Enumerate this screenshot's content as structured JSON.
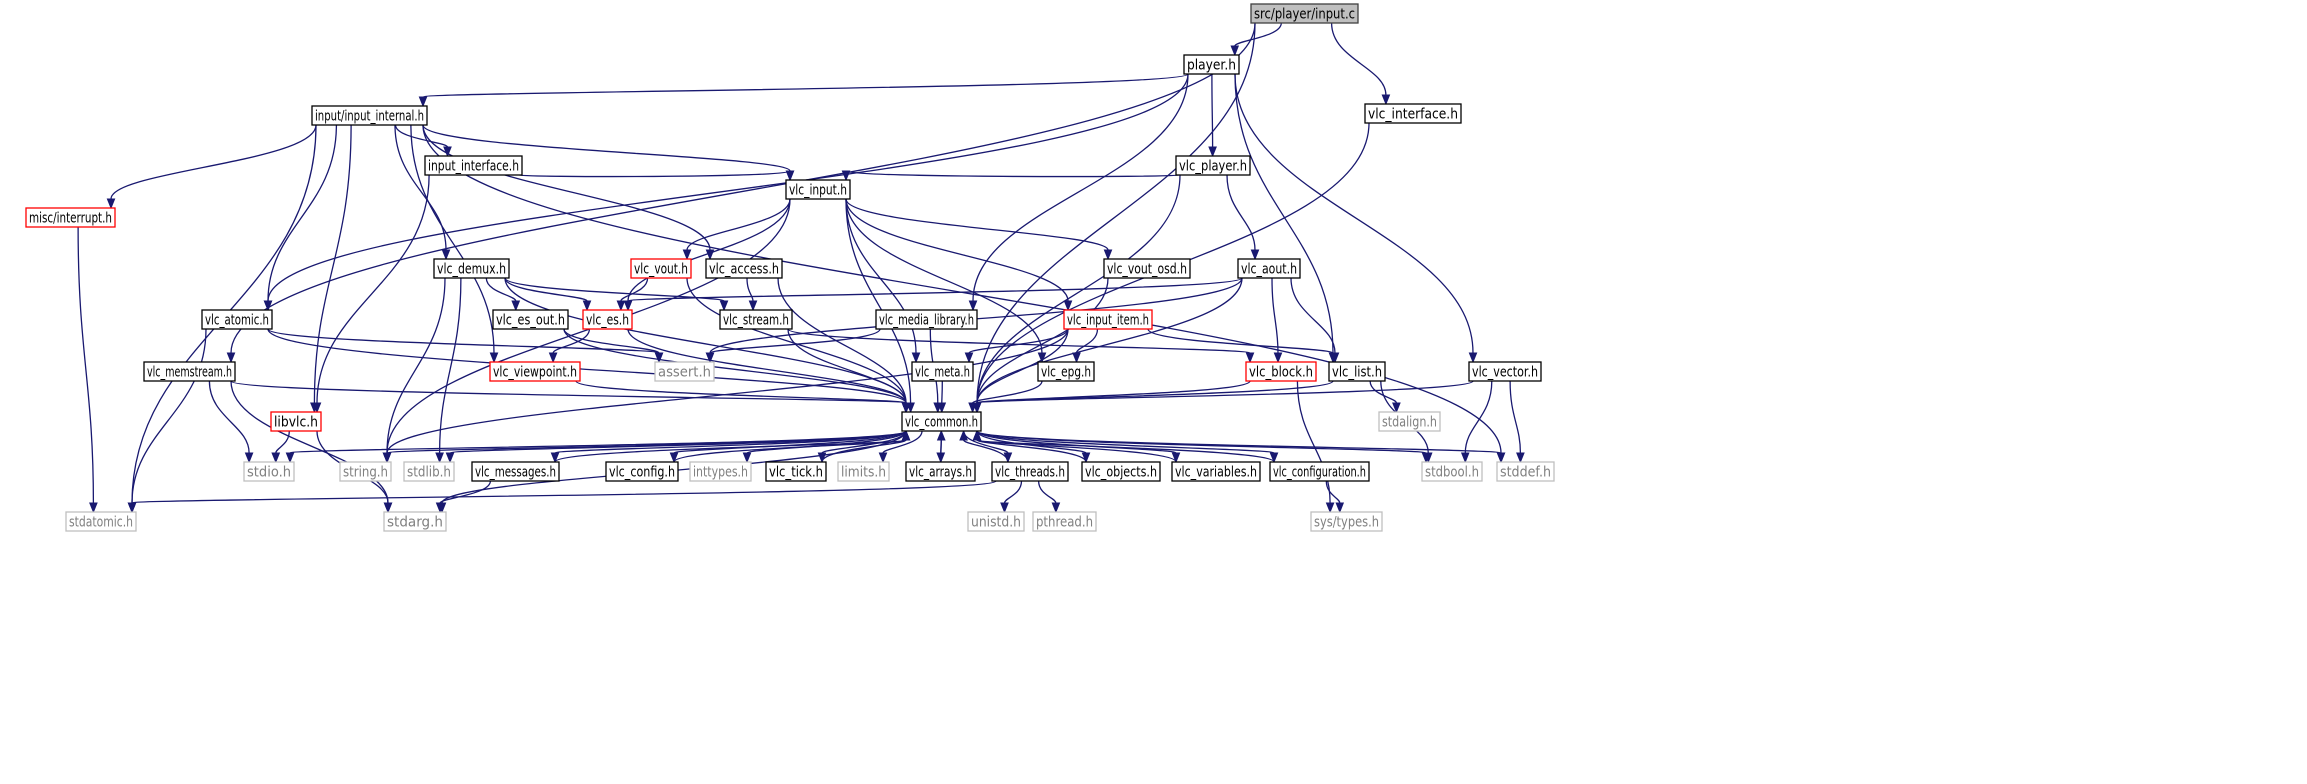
{
  "graph": {
    "colors": {
      "edge": "#191970",
      "root_fill": "#bfbfbf",
      "border_normal": "#000000",
      "border_incomplete": "#ff0000",
      "border_system": "#bfbfbf",
      "text_normal": "#000000",
      "text_system": "#808080"
    },
    "nodes": [
      {
        "id": "input_c",
        "label": "src/player/input.c",
        "kind": "root"
      },
      {
        "id": "player_h",
        "label": "player.h",
        "kind": "normal"
      },
      {
        "id": "vlc_interface_h",
        "label": "vlc_interface.h",
        "kind": "normal"
      },
      {
        "id": "input_internal_h",
        "label": "input/input_internal.h",
        "kind": "normal"
      },
      {
        "id": "input_interface_h",
        "label": "input_interface.h",
        "kind": "normal"
      },
      {
        "id": "vlc_player_h",
        "label": "vlc_player.h",
        "kind": "normal"
      },
      {
        "id": "misc_interrupt_h",
        "label": "misc/interrupt.h",
        "kind": "incomplete"
      },
      {
        "id": "vlc_input_h",
        "label": "vlc_input.h",
        "kind": "normal"
      },
      {
        "id": "vlc_demux_h",
        "label": "vlc_demux.h",
        "kind": "normal"
      },
      {
        "id": "vlc_vout_h",
        "label": "vlc_vout.h",
        "kind": "incomplete"
      },
      {
        "id": "vlc_access_h",
        "label": "vlc_access.h",
        "kind": "normal"
      },
      {
        "id": "vlc_vout_osd_h",
        "label": "vlc_vout_osd.h",
        "kind": "normal"
      },
      {
        "id": "vlc_aout_h",
        "label": "vlc_aout.h",
        "kind": "normal"
      },
      {
        "id": "vlc_atomic_h",
        "label": "vlc_atomic.h",
        "kind": "normal"
      },
      {
        "id": "vlc_es_out_h",
        "label": "vlc_es_out.h",
        "kind": "normal"
      },
      {
        "id": "vlc_es_h",
        "label": "vlc_es.h",
        "kind": "incomplete"
      },
      {
        "id": "vlc_stream_h",
        "label": "vlc_stream.h",
        "kind": "normal"
      },
      {
        "id": "vlc_media_library_h",
        "label": "vlc_media_library.h",
        "kind": "normal"
      },
      {
        "id": "vlc_input_item_h",
        "label": "vlc_input_item.h",
        "kind": "incomplete"
      },
      {
        "id": "vlc_memstream_h",
        "label": "vlc_memstream.h",
        "kind": "normal"
      },
      {
        "id": "assert_h",
        "label": "assert.h",
        "kind": "system"
      },
      {
        "id": "vlc_viewpoint_h",
        "label": "vlc_viewpoint.h",
        "kind": "incomplete"
      },
      {
        "id": "vlc_meta_h",
        "label": "vlc_meta.h",
        "kind": "normal"
      },
      {
        "id": "vlc_epg_h",
        "label": "vlc_epg.h",
        "kind": "normal"
      },
      {
        "id": "vlc_block_h",
        "label": "vlc_block.h",
        "kind": "incomplete"
      },
      {
        "id": "vlc_list_h",
        "label": "vlc_list.h",
        "kind": "normal"
      },
      {
        "id": "vlc_vector_h",
        "label": "vlc_vector.h",
        "kind": "normal"
      },
      {
        "id": "libvlc_h",
        "label": "libvlc.h",
        "kind": "incomplete"
      },
      {
        "id": "vlc_common_h",
        "label": "vlc_common.h",
        "kind": "normal"
      },
      {
        "id": "stdalign_h",
        "label": "stdalign.h",
        "kind": "system"
      },
      {
        "id": "stdio_h",
        "label": "stdio.h",
        "kind": "system"
      },
      {
        "id": "string_h",
        "label": "string.h",
        "kind": "system"
      },
      {
        "id": "stdlib_h",
        "label": "stdlib.h",
        "kind": "system"
      },
      {
        "id": "vlc_messages_h",
        "label": "vlc_messages.h",
        "kind": "normal"
      },
      {
        "id": "vlc_config_h",
        "label": "vlc_config.h",
        "kind": "normal"
      },
      {
        "id": "inttypes_h",
        "label": "inttypes.h",
        "kind": "system"
      },
      {
        "id": "vlc_tick_h",
        "label": "vlc_tick.h",
        "kind": "normal"
      },
      {
        "id": "limits_h",
        "label": "limits.h",
        "kind": "system"
      },
      {
        "id": "vlc_arrays_h",
        "label": "vlc_arrays.h",
        "kind": "normal"
      },
      {
        "id": "vlc_threads_h",
        "label": "vlc_threads.h",
        "kind": "normal"
      },
      {
        "id": "vlc_objects_h",
        "label": "vlc_objects.h",
        "kind": "normal"
      },
      {
        "id": "vlc_variables_h",
        "label": "vlc_variables.h",
        "kind": "normal"
      },
      {
        "id": "vlc_configuration_h",
        "label": "vlc_configuration.h",
        "kind": "normal"
      },
      {
        "id": "stdbool_h",
        "label": "stdbool.h",
        "kind": "system"
      },
      {
        "id": "stddef_h",
        "label": "stddef.h",
        "kind": "system"
      },
      {
        "id": "stdatomic_h",
        "label": "stdatomic.h",
        "kind": "system"
      },
      {
        "id": "stdarg_h",
        "label": "stdarg.h",
        "kind": "system"
      },
      {
        "id": "unistd_h",
        "label": "unistd.h",
        "kind": "system"
      },
      {
        "id": "pthread_h",
        "label": "pthread.h",
        "kind": "system"
      },
      {
        "id": "sys_types_h",
        "label": "sys/types.h",
        "kind": "system"
      }
    ],
    "edges": [
      [
        "input_c",
        "player_h"
      ],
      [
        "input_c",
        "vlc_interface_h"
      ],
      [
        "input_c",
        "vlc_memstream_h"
      ],
      [
        "input_c",
        "vlc_common_h"
      ],
      [
        "player_h",
        "input_internal_h"
      ],
      [
        "player_h",
        "vlc_player_h"
      ],
      [
        "player_h",
        "vlc_atomic_h"
      ],
      [
        "player_h",
        "vlc_media_library_h"
      ],
      [
        "player_h",
        "vlc_list_h"
      ],
      [
        "player_h",
        "vlc_vector_h"
      ],
      [
        "vlc_interface_h",
        "vlc_common_h"
      ],
      [
        "input_internal_h",
        "input_interface_h"
      ],
      [
        "input_internal_h",
        "vlc_input_h"
      ],
      [
        "input_internal_h",
        "misc_interrupt_h"
      ],
      [
        "input_internal_h",
        "vlc_demux_h"
      ],
      [
        "input_internal_h",
        "vlc_access_h"
      ],
      [
        "input_internal_h",
        "vlc_atomic_h"
      ],
      [
        "input_internal_h",
        "vlc_viewpoint_h"
      ],
      [
        "input_internal_h",
        "libvlc_h"
      ],
      [
        "input_internal_h",
        "stdatomic_h"
      ],
      [
        "input_internal_h",
        "stddef_h"
      ],
      [
        "input_interface_h",
        "vlc_input_h"
      ],
      [
        "input_interface_h",
        "libvlc_h"
      ],
      [
        "vlc_player_h",
        "vlc_input_h"
      ],
      [
        "vlc_player_h",
        "vlc_aout_h"
      ],
      [
        "vlc_player_h",
        "vlc_common_h"
      ],
      [
        "misc_interrupt_h",
        "stdatomic_h"
      ],
      [
        "vlc_input_h",
        "vlc_vout_h"
      ],
      [
        "vlc_input_h",
        "vlc_es_h"
      ],
      [
        "vlc_input_h",
        "vlc_vout_osd_h"
      ],
      [
        "vlc_input_h",
        "vlc_input_item_h"
      ],
      [
        "vlc_input_h",
        "vlc_meta_h"
      ],
      [
        "vlc_input_h",
        "vlc_epg_h"
      ],
      [
        "vlc_input_h",
        "string_h"
      ],
      [
        "vlc_input_h",
        "vlc_common_h"
      ],
      [
        "vlc_demux_h",
        "vlc_es_h"
      ],
      [
        "vlc_demux_h",
        "vlc_es_out_h"
      ],
      [
        "vlc_demux_h",
        "vlc_stream_h"
      ],
      [
        "vlc_demux_h",
        "string_h"
      ],
      [
        "vlc_demux_h",
        "stdlib_h"
      ],
      [
        "vlc_demux_h",
        "vlc_common_h"
      ],
      [
        "vlc_vout_h",
        "vlc_es_h"
      ],
      [
        "vlc_vout_h",
        "vlc_common_h"
      ],
      [
        "vlc_access_h",
        "vlc_stream_h"
      ],
      [
        "vlc_access_h",
        "vlc_common_h"
      ],
      [
        "vlc_vout_osd_h",
        "vlc_common_h"
      ],
      [
        "vlc_aout_h",
        "vlc_es_h"
      ],
      [
        "vlc_aout_h",
        "assert_h"
      ],
      [
        "vlc_aout_h",
        "vlc_block_h"
      ],
      [
        "vlc_aout_h",
        "vlc_list_h"
      ],
      [
        "vlc_aout_h",
        "vlc_common_h"
      ],
      [
        "vlc_atomic_h",
        "assert_h"
      ],
      [
        "vlc_atomic_h",
        "stdatomic_h"
      ],
      [
        "vlc_atomic_h",
        "vlc_common_h"
      ],
      [
        "vlc_es_out_h",
        "assert_h"
      ],
      [
        "vlc_es_out_h",
        "vlc_common_h"
      ],
      [
        "vlc_es_h",
        "vlc_viewpoint_h"
      ],
      [
        "vlc_es_h",
        "vlc_common_h"
      ],
      [
        "vlc_stream_h",
        "vlc_block_h"
      ],
      [
        "vlc_stream_h",
        "vlc_common_h"
      ],
      [
        "vlc_media_library_h",
        "assert_h"
      ],
      [
        "vlc_media_library_h",
        "vlc_common_h"
      ],
      [
        "vlc_input_item_h",
        "vlc_meta_h"
      ],
      [
        "vlc_input_item_h",
        "vlc_epg_h"
      ],
      [
        "vlc_input_item_h",
        "vlc_list_h"
      ],
      [
        "vlc_input_item_h",
        "string_h"
      ],
      [
        "vlc_input_item_h",
        "vlc_common_h"
      ],
      [
        "vlc_memstream_h",
        "stdio_h"
      ],
      [
        "vlc_memstream_h",
        "stdarg_h"
      ],
      [
        "vlc_memstream_h",
        "vlc_common_h"
      ],
      [
        "vlc_viewpoint_h",
        "vlc_common_h"
      ],
      [
        "vlc_meta_h",
        "vlc_common_h"
      ],
      [
        "vlc_epg_h",
        "vlc_common_h"
      ],
      [
        "vlc_block_h",
        "sys_types_h"
      ],
      [
        "vlc_block_h",
        "vlc_common_h"
      ],
      [
        "vlc_list_h",
        "stdalign_h"
      ],
      [
        "vlc_list_h",
        "stdbool_h"
      ],
      [
        "vlc_list_h",
        "vlc_common_h"
      ],
      [
        "vlc_vector_h",
        "stdbool_h"
      ],
      [
        "vlc_vector_h",
        "stddef_h"
      ],
      [
        "vlc_vector_h",
        "vlc_common_h"
      ],
      [
        "libvlc_h",
        "stdio_h"
      ],
      [
        "libvlc_h",
        "stdarg_h"
      ],
      [
        "vlc_common_h",
        "stdio_h"
      ],
      [
        "vlc_common_h",
        "string_h"
      ],
      [
        "vlc_common_h",
        "stdlib_h"
      ],
      [
        "vlc_common_h",
        "vlc_messages_h"
      ],
      [
        "vlc_common_h",
        "vlc_config_h"
      ],
      [
        "vlc_common_h",
        "inttypes_h"
      ],
      [
        "vlc_common_h",
        "vlc_tick_h"
      ],
      [
        "vlc_common_h",
        "limits_h"
      ],
      [
        "vlc_common_h",
        "vlc_arrays_h"
      ],
      [
        "vlc_common_h",
        "vlc_threads_h"
      ],
      [
        "vlc_common_h",
        "vlc_objects_h"
      ],
      [
        "vlc_common_h",
        "vlc_variables_h"
      ],
      [
        "vlc_common_h",
        "vlc_configuration_h"
      ],
      [
        "vlc_common_h",
        "stdbool_h"
      ],
      [
        "vlc_common_h",
        "stddef_h"
      ],
      [
        "vlc_common_h",
        "stdarg_h"
      ],
      [
        "vlc_messages_h",
        "vlc_common_h"
      ],
      [
        "vlc_messages_h",
        "stdarg_h"
      ],
      [
        "vlc_config_h",
        "vlc_common_h"
      ],
      [
        "vlc_tick_h",
        "vlc_common_h"
      ],
      [
        "vlc_arrays_h",
        "vlc_common_h"
      ],
      [
        "vlc_threads_h",
        "vlc_common_h"
      ],
      [
        "vlc_threads_h",
        "unistd_h"
      ],
      [
        "vlc_threads_h",
        "pthread_h"
      ],
      [
        "vlc_threads_h",
        "stdatomic_h"
      ],
      [
        "vlc_objects_h",
        "vlc_common_h"
      ],
      [
        "vlc_variables_h",
        "vlc_common_h"
      ],
      [
        "vlc_configuration_h",
        "vlc_common_h"
      ],
      [
        "vlc_configuration_h",
        "sys_types_h"
      ]
    ]
  }
}
